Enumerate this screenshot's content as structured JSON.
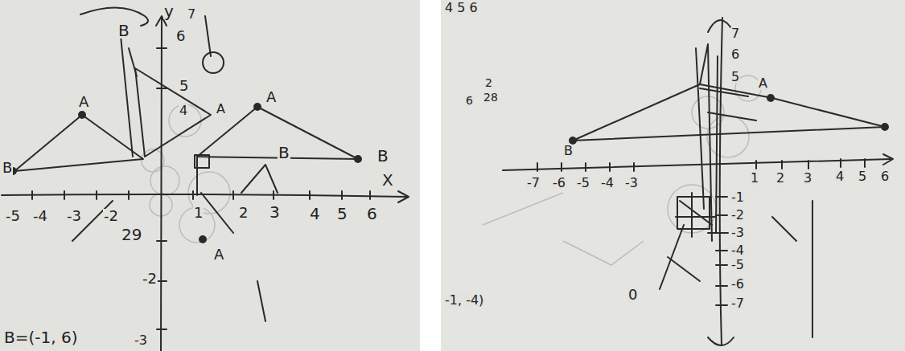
{
  "diagram": {
    "labels": [
      "y",
      "7",
      "6",
      "5",
      "4",
      "A",
      "B",
      "A",
      "A",
      "B",
      "B",
      "X",
      "-5",
      "-4",
      "-3",
      "-2",
      "1",
      "2",
      "3",
      "4",
      "5",
      "6",
      "29",
      "A",
      "-2",
      "-3",
      "B=(-1, 6)",
      "B",
      "4 5 6",
      "6",
      "2",
      "28",
      "7",
      "6",
      "5",
      "B",
      "A",
      "-7",
      "-6",
      "-5",
      "-4",
      "-3",
      "1",
      "2",
      "3",
      "4",
      "5",
      "6",
      "-1",
      "-2",
      "-3",
      "-4",
      "-5",
      "-6",
      "-7",
      "-1, -4)",
      "0"
    ]
  }
}
